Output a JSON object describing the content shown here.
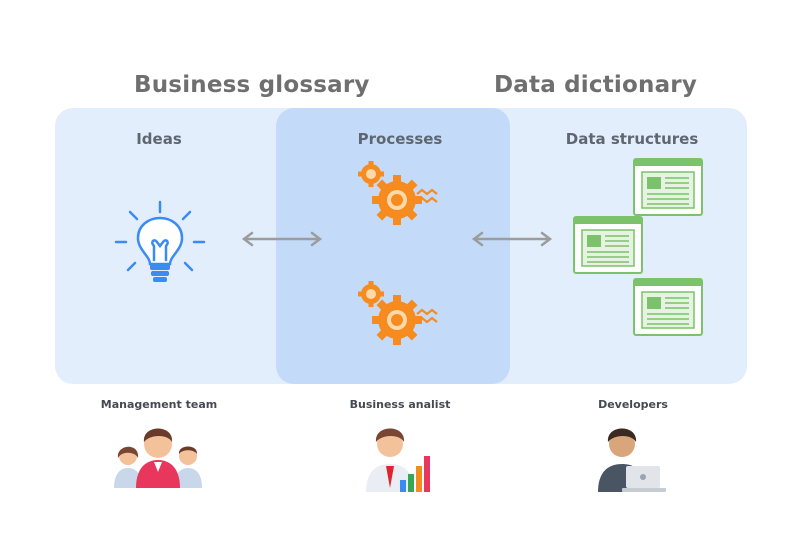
{
  "headings": {
    "business_glossary": "Business glossary",
    "data_dictionary": "Data dictionary"
  },
  "columns": {
    "ideas": "Ideas",
    "processes": "Processes",
    "data_structures": "Data structures"
  },
  "roles": {
    "management": "Management team",
    "analyst": "Business analist",
    "developers": "Developers"
  },
  "colors": {
    "outer_panel": "#e3eefc",
    "middle_panel": "#c3dbf8",
    "heading": "#6f6f6f",
    "bulb": "#3a8bf2",
    "gear": "#f68b1f",
    "document": "#7bc26b",
    "arrow": "#9c9c9c"
  },
  "icons": {
    "idea": "lightbulb-icon",
    "process": "gear-icon",
    "data": "document-window-icon"
  }
}
